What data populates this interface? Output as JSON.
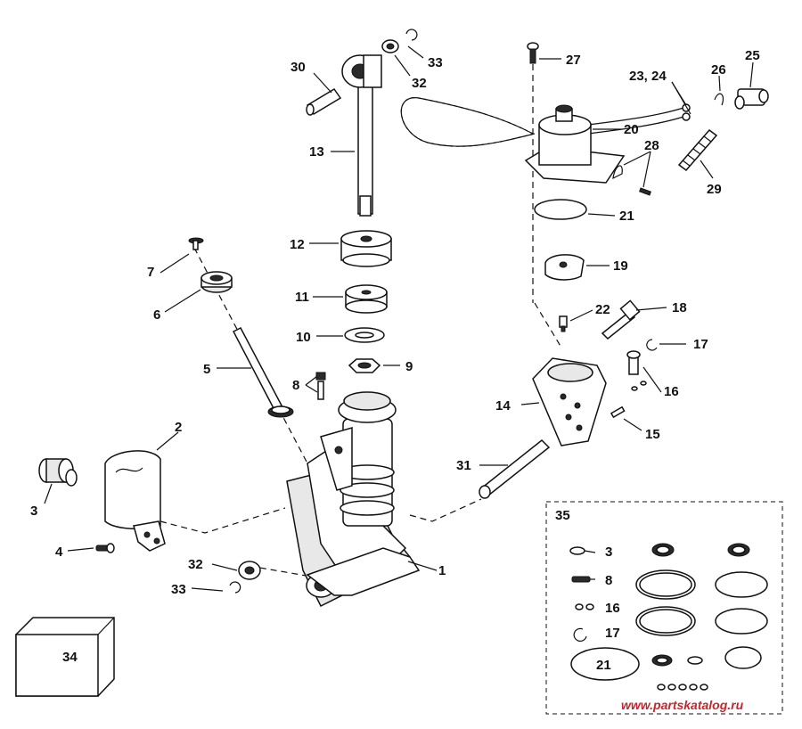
{
  "callouts": {
    "c1": "1",
    "c2": "2",
    "c3": "3",
    "c4": "4",
    "c5": "5",
    "c6": "6",
    "c7": "7",
    "c8": "8",
    "c9": "9",
    "c10": "10",
    "c11": "11",
    "c12": "12",
    "c13": "13",
    "c14": "14",
    "c15": "15",
    "c16": "16",
    "c17": "17",
    "c18": "18",
    "c19": "19",
    "c20": "20",
    "c21": "21",
    "c22": "22",
    "c23_24": "23, 24",
    "c25": "25",
    "c26": "26",
    "c27": "27",
    "c28": "28",
    "c29": "29",
    "c30": "30",
    "c31": "31",
    "c32a": "32",
    "c32b": "32",
    "c33a": "33",
    "c33b": "33",
    "c34": "34",
    "c35": "35"
  },
  "kit": {
    "c3": "3",
    "c8": "8",
    "c16": "16",
    "c17": "17",
    "c21": "21"
  },
  "watermark": "www.partskatalog.ru"
}
